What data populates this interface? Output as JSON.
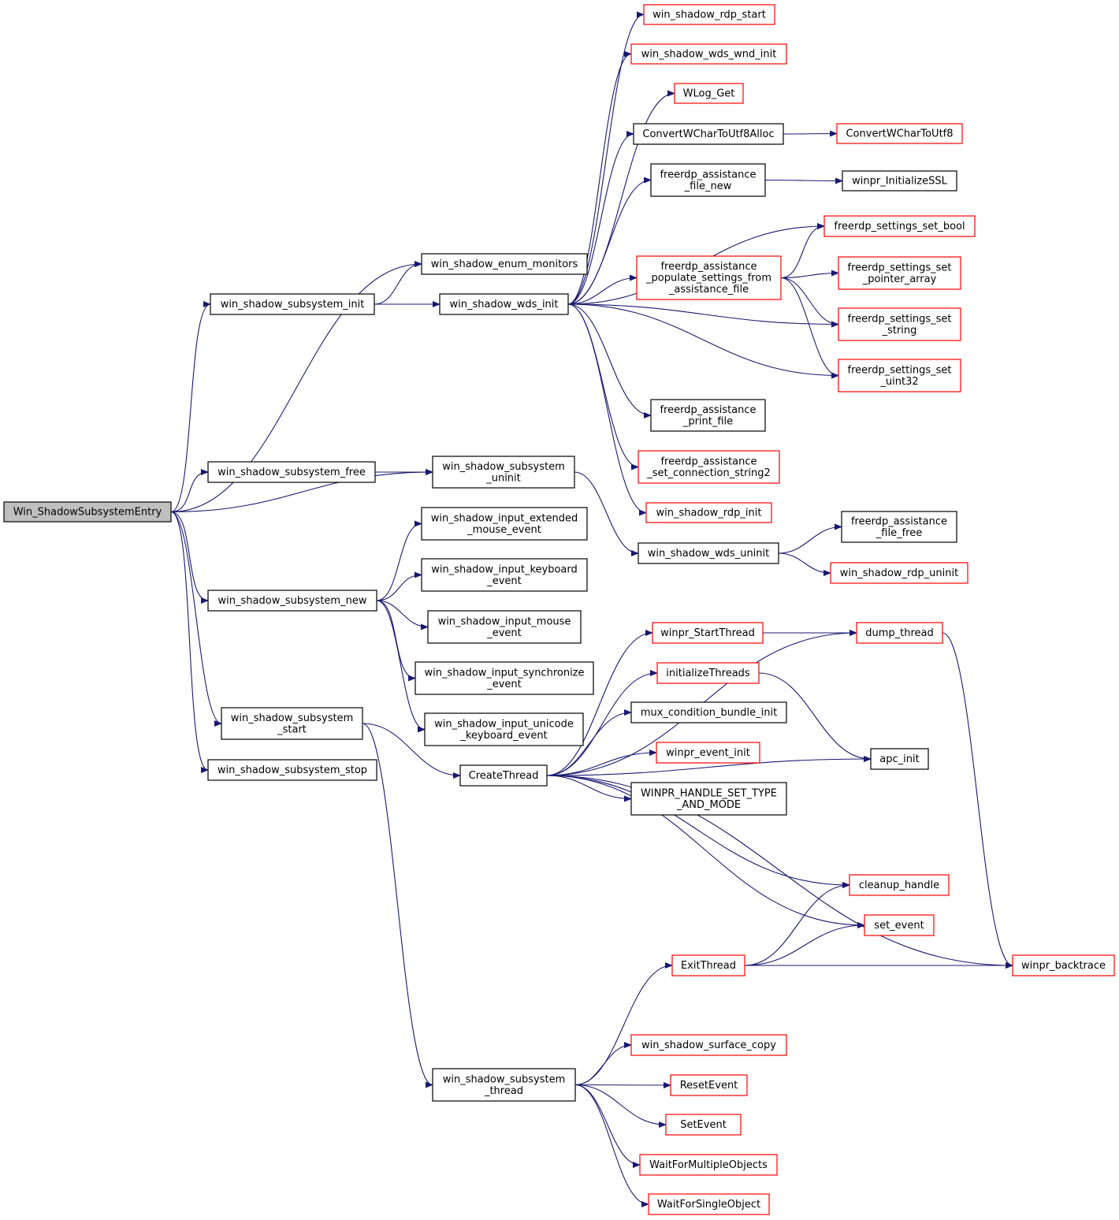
{
  "colors": {
    "edge": "#191970",
    "defined_border": "#000000",
    "undocumented_border": "#ff0000",
    "root_fill": "#bfbfbf",
    "background": "#ffffff"
  },
  "nodes": [
    {
      "id": "entry",
      "lines": [
        "Win_ShadowSubsystemEntry"
      ],
      "kind": "root"
    },
    {
      "id": "enum_monitors",
      "lines": [
        "win_shadow_enum_monitors"
      ],
      "kind": "defined"
    },
    {
      "id": "subsys_init",
      "lines": [
        "win_shadow_subsystem_init"
      ],
      "kind": "defined"
    },
    {
      "id": "wds_init",
      "lines": [
        "win_shadow_wds_init"
      ],
      "kind": "defined"
    },
    {
      "id": "subsys_free",
      "lines": [
        "win_shadow_subsystem_free"
      ],
      "kind": "defined"
    },
    {
      "id": "subsys_uninit",
      "lines": [
        "win_shadow_subsystem",
        "_uninit"
      ],
      "kind": "defined"
    },
    {
      "id": "subsys_new",
      "lines": [
        "win_shadow_subsystem_new"
      ],
      "kind": "defined"
    },
    {
      "id": "subsys_start",
      "lines": [
        "win_shadow_subsystem",
        "_start"
      ],
      "kind": "defined"
    },
    {
      "id": "subsys_stop",
      "lines": [
        "win_shadow_subsystem_stop"
      ],
      "kind": "defined"
    },
    {
      "id": "rdp_start",
      "lines": [
        "win_shadow_rdp_start"
      ],
      "kind": "undocumented"
    },
    {
      "id": "wnd_init",
      "lines": [
        "win_shadow_wds_wnd_init"
      ],
      "kind": "undocumented"
    },
    {
      "id": "wlog_get",
      "lines": [
        "WLog_Get"
      ],
      "kind": "undocumented"
    },
    {
      "id": "cw2u8alloc",
      "lines": [
        "ConvertWCharToUtf8Alloc"
      ],
      "kind": "defined"
    },
    {
      "id": "cw2u8",
      "lines": [
        "ConvertWCharToUtf8"
      ],
      "kind": "undocumented"
    },
    {
      "id": "assist_file_new",
      "lines": [
        "freerdp_assistance",
        "_file_new"
      ],
      "kind": "defined"
    },
    {
      "id": "init_ssl",
      "lines": [
        "winpr_InitializeSSL"
      ],
      "kind": "defined"
    },
    {
      "id": "set_bool",
      "lines": [
        "freerdp_settings_set_bool"
      ],
      "kind": "undocumented"
    },
    {
      "id": "populate",
      "lines": [
        "freerdp_assistance",
        "_populate_settings_from",
        "_assistance_file"
      ],
      "kind": "undocumented"
    },
    {
      "id": "set_ptr",
      "lines": [
        "freerdp_settings_set",
        "_pointer_array"
      ],
      "kind": "undocumented"
    },
    {
      "id": "set_string",
      "lines": [
        "freerdp_settings_set",
        "_string"
      ],
      "kind": "undocumented"
    },
    {
      "id": "set_uint32",
      "lines": [
        "freerdp_settings_set",
        "_uint32"
      ],
      "kind": "undocumented"
    },
    {
      "id": "print_file",
      "lines": [
        "freerdp_assistance",
        "_print_file"
      ],
      "kind": "defined"
    },
    {
      "id": "set_conn",
      "lines": [
        "freerdp_assistance",
        "_set_connection_string2"
      ],
      "kind": "undocumented"
    },
    {
      "id": "rdp_init",
      "lines": [
        "win_shadow_rdp_init"
      ],
      "kind": "undocumented"
    },
    {
      "id": "file_free",
      "lines": [
        "freerdp_assistance",
        "_file_free"
      ],
      "kind": "defined"
    },
    {
      "id": "wds_uninit",
      "lines": [
        "win_shadow_wds_uninit"
      ],
      "kind": "defined"
    },
    {
      "id": "rdp_uninit",
      "lines": [
        "win_shadow_rdp_uninit"
      ],
      "kind": "undocumented"
    },
    {
      "id": "ext_mouse",
      "lines": [
        "win_shadow_input_extended",
        "_mouse_event"
      ],
      "kind": "defined"
    },
    {
      "id": "kbd",
      "lines": [
        "win_shadow_input_keyboard",
        "_event"
      ],
      "kind": "defined"
    },
    {
      "id": "mouse",
      "lines": [
        "win_shadow_input_mouse",
        "_event"
      ],
      "kind": "defined"
    },
    {
      "id": "sync",
      "lines": [
        "win_shadow_input_synchronize",
        "_event"
      ],
      "kind": "defined"
    },
    {
      "id": "unicode",
      "lines": [
        "win_shadow_input_unicode",
        "_keyboard_event"
      ],
      "kind": "defined"
    },
    {
      "id": "start_thread",
      "lines": [
        "winpr_StartThread"
      ],
      "kind": "undocumented"
    },
    {
      "id": "dump_thread",
      "lines": [
        "dump_thread"
      ],
      "kind": "undocumented"
    },
    {
      "id": "init_threads",
      "lines": [
        "initializeThreads"
      ],
      "kind": "undocumented"
    },
    {
      "id": "mux_init",
      "lines": [
        "mux_condition_bundle_init"
      ],
      "kind": "defined"
    },
    {
      "id": "event_init",
      "lines": [
        "winpr_event_init"
      ],
      "kind": "undocumented"
    },
    {
      "id": "apc_init",
      "lines": [
        "apc_init"
      ],
      "kind": "defined"
    },
    {
      "id": "create_thread",
      "lines": [
        "CreateThread"
      ],
      "kind": "defined"
    },
    {
      "id": "set_type",
      "lines": [
        "WINPR_HANDLE_SET_TYPE",
        "_AND_MODE"
      ],
      "kind": "defined"
    },
    {
      "id": "cleanup",
      "lines": [
        "cleanup_handle"
      ],
      "kind": "undocumented"
    },
    {
      "id": "set_event",
      "lines": [
        "set_event"
      ],
      "kind": "undocumented"
    },
    {
      "id": "exit_thread",
      "lines": [
        "ExitThread"
      ],
      "kind": "undocumented"
    },
    {
      "id": "backtrace",
      "lines": [
        "winpr_backtrace"
      ],
      "kind": "undocumented"
    },
    {
      "id": "surface_copy",
      "lines": [
        "win_shadow_surface_copy"
      ],
      "kind": "undocumented"
    },
    {
      "id": "subsys_thread",
      "lines": [
        "win_shadow_subsystem",
        "_thread"
      ],
      "kind": "defined"
    },
    {
      "id": "reset_event",
      "lines": [
        "ResetEvent"
      ],
      "kind": "undocumented"
    },
    {
      "id": "set_event2",
      "lines": [
        "SetEvent"
      ],
      "kind": "undocumented"
    },
    {
      "id": "wfmo",
      "lines": [
        "WaitForMultipleObjects"
      ],
      "kind": "undocumented"
    },
    {
      "id": "wfso",
      "lines": [
        "WaitForSingleObject"
      ],
      "kind": "undocumented"
    }
  ],
  "edges": [
    [
      "entry",
      "enum_monitors"
    ],
    [
      "entry",
      "subsys_init"
    ],
    [
      "entry",
      "subsys_free"
    ],
    [
      "entry",
      "subsys_uninit"
    ],
    [
      "entry",
      "subsys_new"
    ],
    [
      "entry",
      "subsys_start"
    ],
    [
      "entry",
      "subsys_stop"
    ],
    [
      "subsys_init",
      "enum_monitors"
    ],
    [
      "subsys_init",
      "wds_init"
    ],
    [
      "wds_init",
      "rdp_start"
    ],
    [
      "wds_init",
      "wnd_init"
    ],
    [
      "wds_init",
      "wlog_get"
    ],
    [
      "wds_init",
      "cw2u8alloc"
    ],
    [
      "wds_init",
      "assist_file_new"
    ],
    [
      "wds_init",
      "set_bool"
    ],
    [
      "wds_init",
      "populate"
    ],
    [
      "wds_init",
      "set_string"
    ],
    [
      "wds_init",
      "set_uint32"
    ],
    [
      "wds_init",
      "print_file"
    ],
    [
      "wds_init",
      "set_conn"
    ],
    [
      "wds_init",
      "rdp_init"
    ],
    [
      "cw2u8alloc",
      "cw2u8"
    ],
    [
      "assist_file_new",
      "init_ssl"
    ],
    [
      "populate",
      "set_bool"
    ],
    [
      "populate",
      "set_ptr"
    ],
    [
      "populate",
      "set_string"
    ],
    [
      "populate",
      "set_uint32"
    ],
    [
      "subsys_free",
      "subsys_uninit"
    ],
    [
      "subsys_uninit",
      "wds_uninit"
    ],
    [
      "wds_uninit",
      "file_free"
    ],
    [
      "wds_uninit",
      "rdp_uninit"
    ],
    [
      "subsys_new",
      "ext_mouse"
    ],
    [
      "subsys_new",
      "kbd"
    ],
    [
      "subsys_new",
      "mouse"
    ],
    [
      "subsys_new",
      "sync"
    ],
    [
      "subsys_new",
      "unicode"
    ],
    [
      "subsys_start",
      "create_thread"
    ],
    [
      "subsys_start",
      "subsys_thread"
    ],
    [
      "create_thread",
      "start_thread"
    ],
    [
      "create_thread",
      "dump_thread"
    ],
    [
      "create_thread",
      "init_threads"
    ],
    [
      "create_thread",
      "mux_init"
    ],
    [
      "create_thread",
      "event_init"
    ],
    [
      "create_thread",
      "set_type"
    ],
    [
      "create_thread",
      "apc_init"
    ],
    [
      "create_thread",
      "cleanup"
    ],
    [
      "create_thread",
      "set_event"
    ],
    [
      "create_thread",
      "backtrace"
    ],
    [
      "start_thread",
      "dump_thread"
    ],
    [
      "init_threads",
      "apc_init"
    ],
    [
      "dump_thread",
      "backtrace"
    ],
    [
      "exit_thread",
      "cleanup"
    ],
    [
      "exit_thread",
      "set_event"
    ],
    [
      "exit_thread",
      "backtrace"
    ],
    [
      "subsys_thread",
      "exit_thread"
    ],
    [
      "subsys_thread",
      "surface_copy"
    ],
    [
      "subsys_thread",
      "reset_event"
    ],
    [
      "subsys_thread",
      "set_event2"
    ],
    [
      "subsys_thread",
      "wfmo"
    ],
    [
      "subsys_thread",
      "wfso"
    ]
  ]
}
